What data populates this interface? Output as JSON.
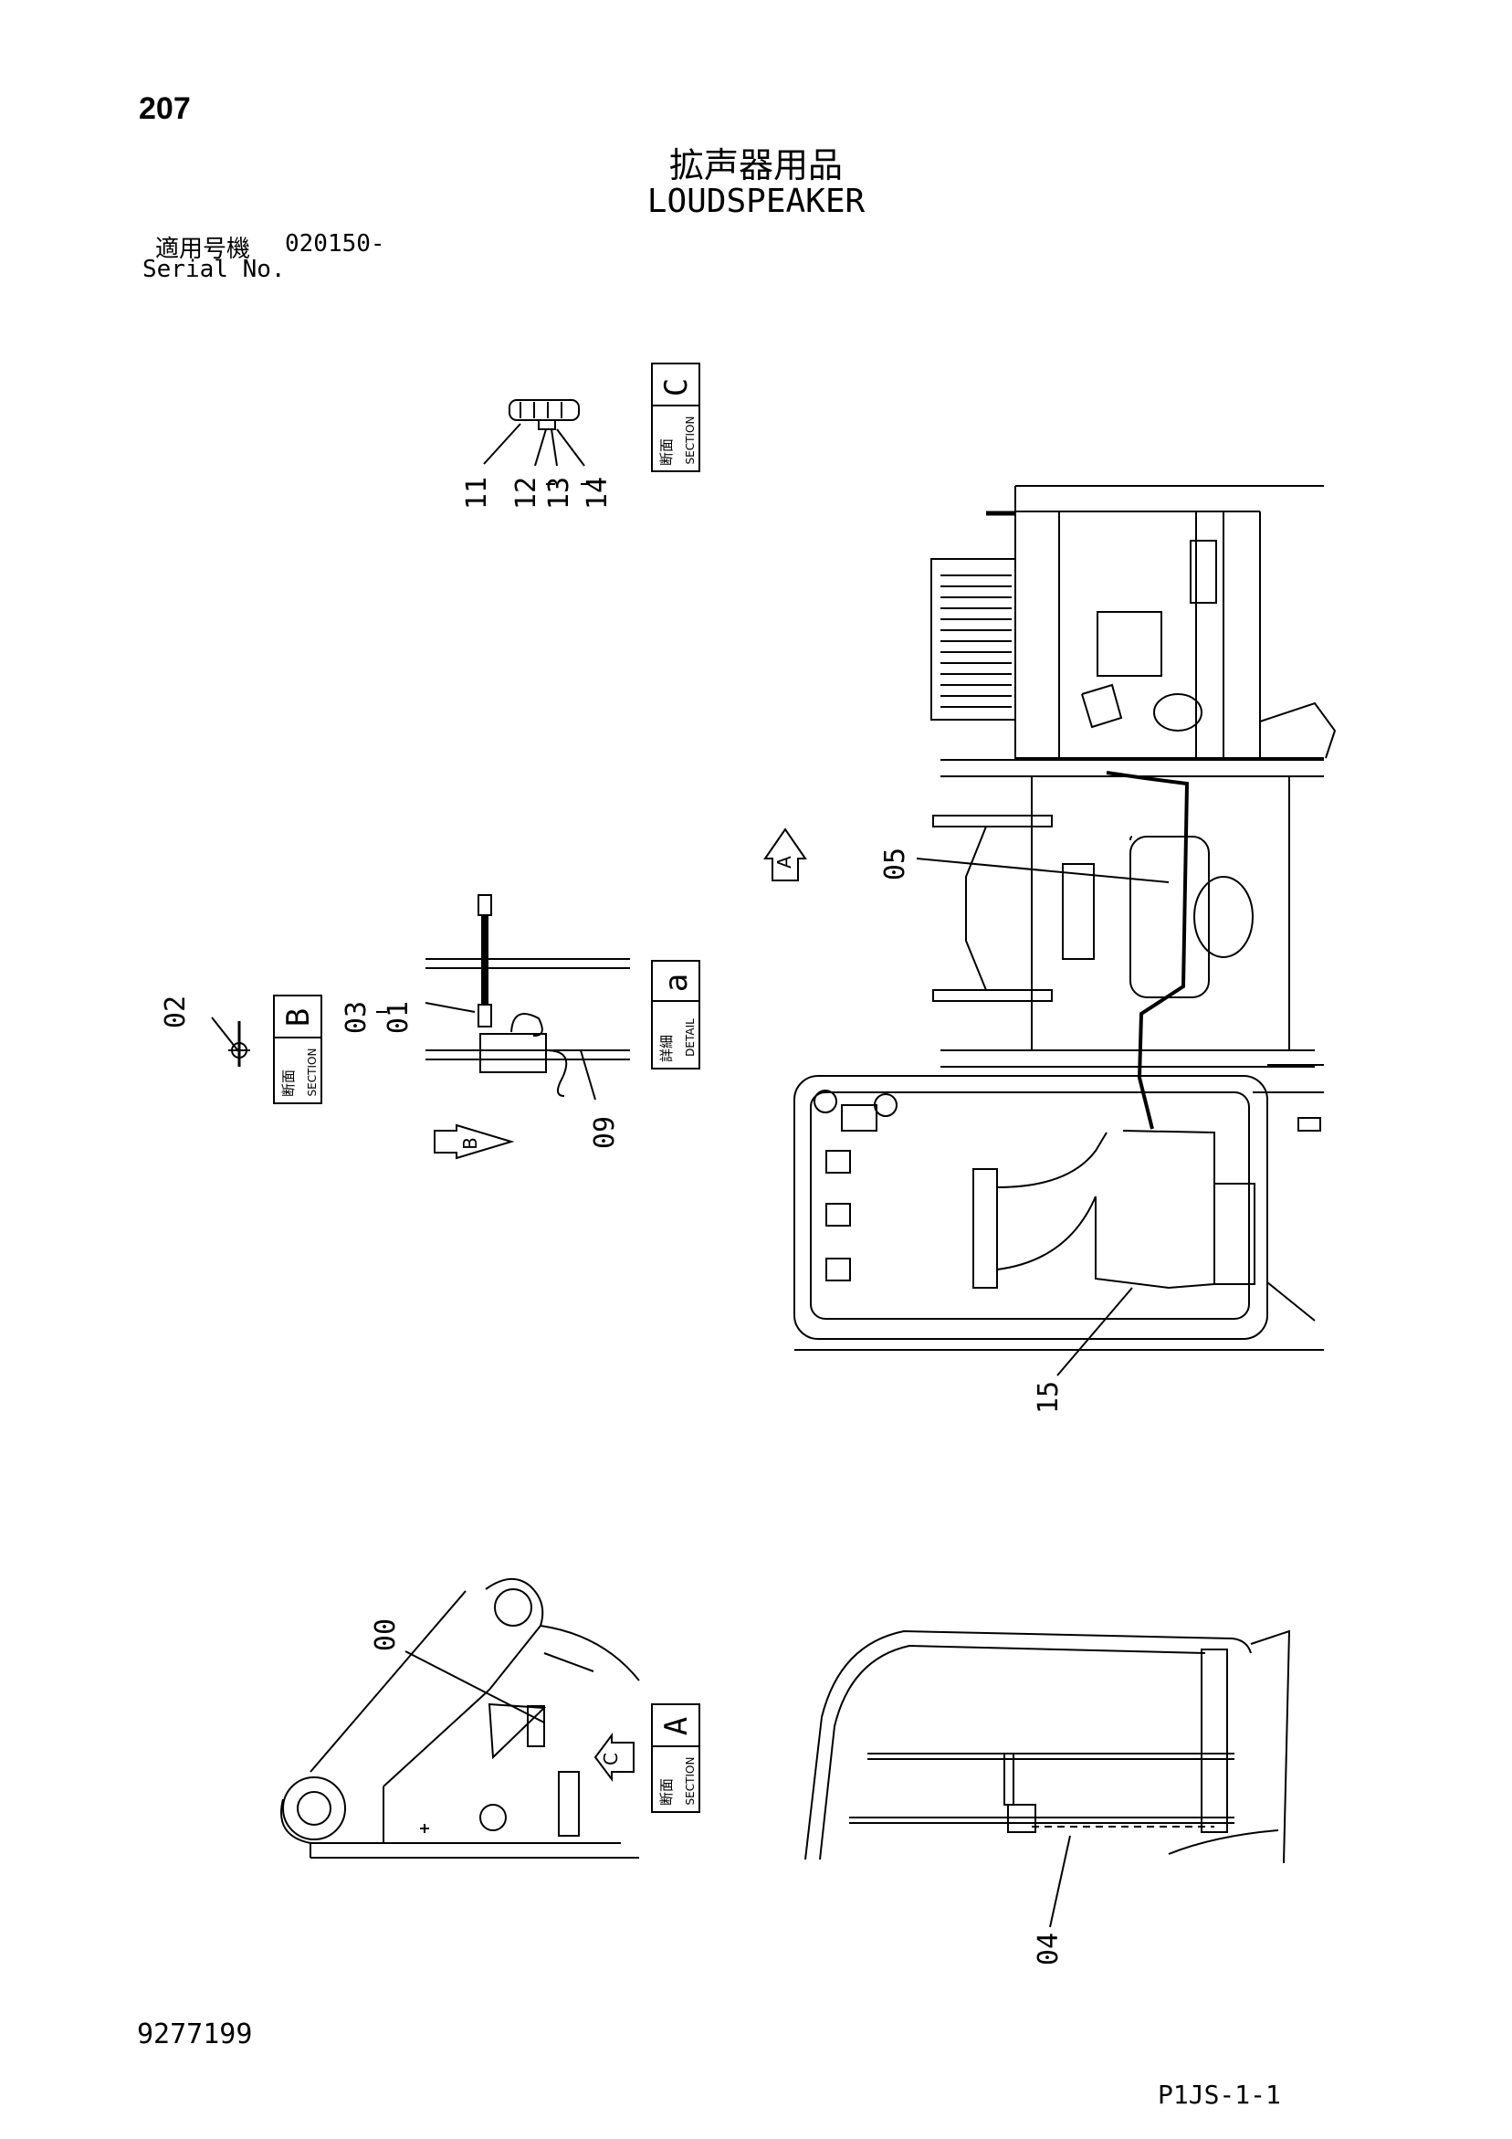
{
  "header": {
    "page_number": "207",
    "title_jp": "拡声器用品",
    "title_en": "LOUDSPEAKER",
    "serial_label_jp": "適用号機",
    "serial_code": "020150-",
    "serial_label_en": "Serial No."
  },
  "footer": {
    "document_number": "9277199",
    "page_ref": "P1JS-1-1"
  },
  "section_boxes": {
    "jp_section": "断面",
    "en_section": "SECTION",
    "jp_detail": "詳細",
    "en_detail": "DETAIL",
    "c": "C",
    "b": "B",
    "a_upper": "A",
    "a_lower": "a"
  },
  "view_arrows": {
    "a": "A",
    "b": "B",
    "c": "C"
  },
  "part_labels": {
    "p00": "00",
    "p01": "01",
    "p02": "02",
    "p03": "03",
    "p04": "04",
    "p05": "05",
    "p09": "09",
    "p11": "11",
    "p12": "12",
    "p13": "13",
    "p14": "14",
    "p15": "15"
  }
}
